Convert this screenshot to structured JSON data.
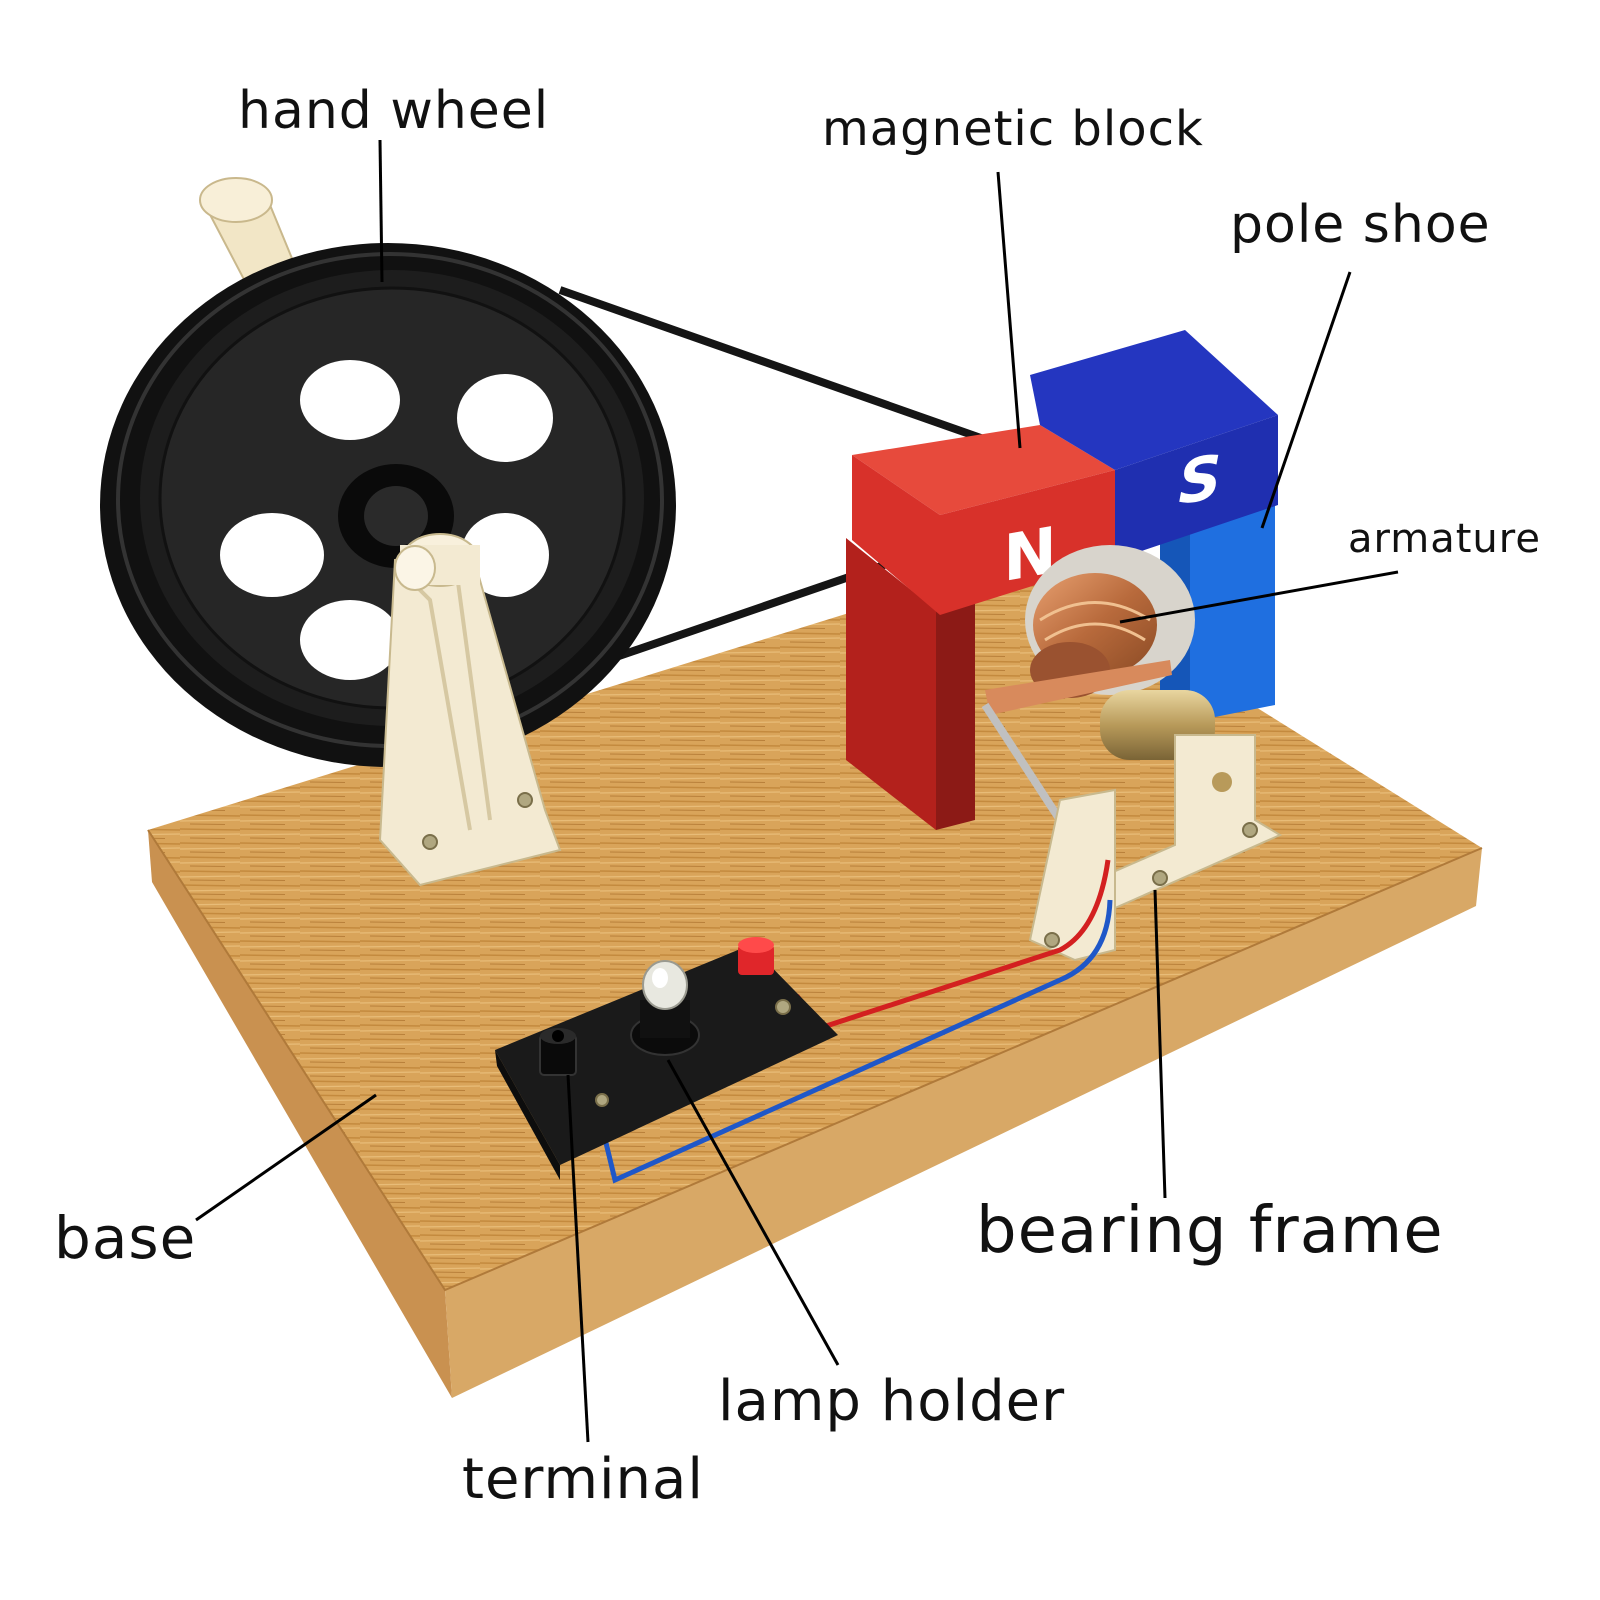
{
  "labels": {
    "hand_wheel": "hand wheel",
    "magnetic_block": "magnetic block",
    "pole_shoe": "pole shoe",
    "armature": "armature",
    "base": "base",
    "bearing_frame": "bearing frame",
    "lamp_holder": "lamp holder",
    "terminal": "terminal"
  },
  "magnet_poles": {
    "north": "N",
    "south": "S"
  },
  "colors": {
    "north_pole": "#d8312a",
    "south_pole": "#1f2fb0",
    "pole_shoe": "#1f6fe0",
    "wood": "#d9a45a",
    "plastic": "#f3ead2",
    "wheel": "#161616",
    "wire_red": "#d32020",
    "wire_blue": "#1f57c8"
  }
}
